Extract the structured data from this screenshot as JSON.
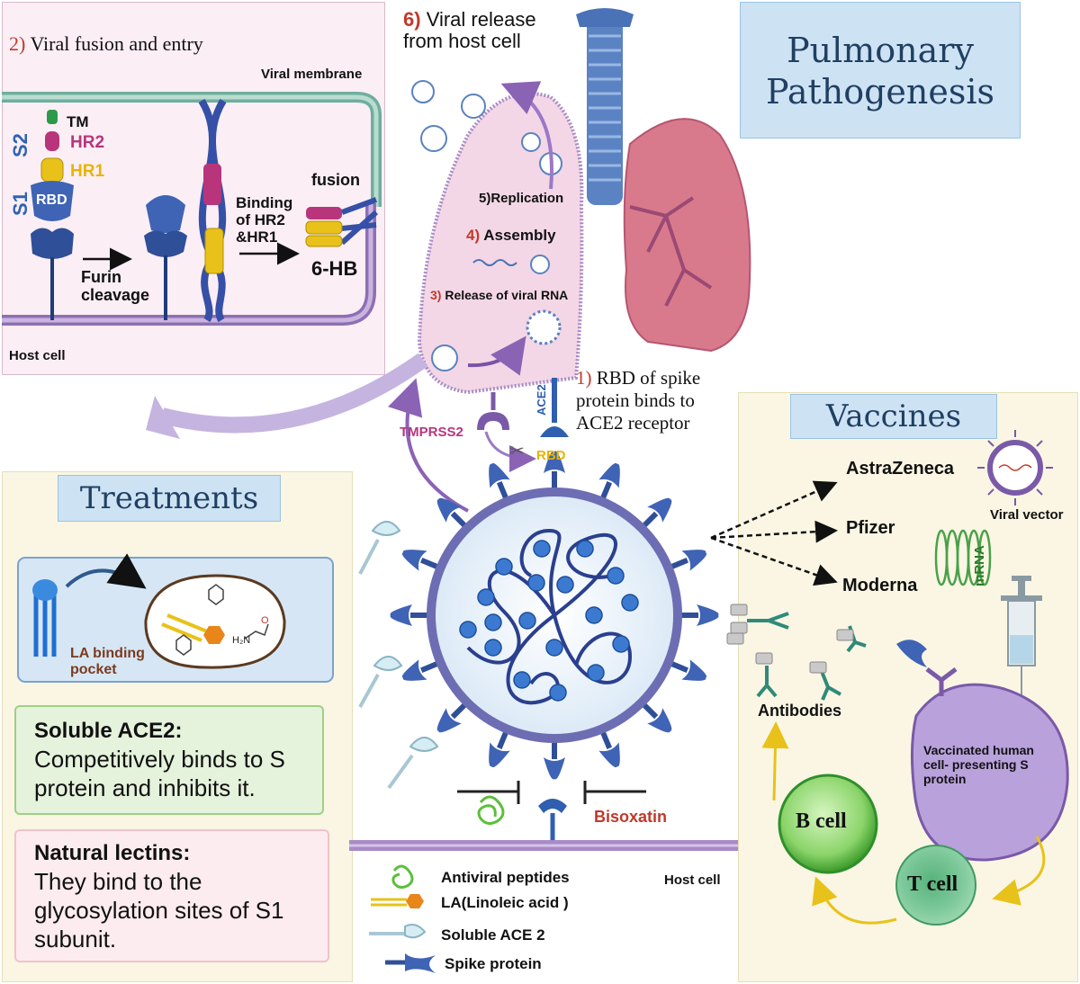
{
  "fusion_panel": {
    "title_num": "2)",
    "title": "Viral fusion and entry",
    "viral_membrane": "Viral membrane",
    "host_cell": "Host cell",
    "s2": "S2",
    "s1": "S1",
    "tm": "TM",
    "hr2": "HR2",
    "hr1": "HR1",
    "rbd": "RBD",
    "furin_line1": "Furin",
    "furin_line2": "cleavage",
    "binding_line1": "Binding",
    "binding_line2": "of HR2",
    "binding_line3": "&HR1",
    "fusion": "fusion",
    "six_hb": "6-HB"
  },
  "release": {
    "num": "6)",
    "line1": "Viral release",
    "line2": "from host cell"
  },
  "pulmonary_title": {
    "line1": "Pulmonary",
    "line2": "Pathogenesis"
  },
  "lung_steps": {
    "replication": "5)Replication",
    "assembly_num": "4)",
    "assembly": "Assembly",
    "release_rna_num": "3)",
    "release_rna": "Release of viral RNA"
  },
  "step1": {
    "num": "1)",
    "line1": "RBD of spike",
    "line2": "protein  binds to",
    "line3": "ACE2  receptor"
  },
  "receptors": {
    "ace2": "ACE2",
    "tmprss2": "TMPRSS2",
    "rbd": "RBD"
  },
  "treatments": {
    "title": "Treatments",
    "pocket_line1": "LA binding",
    "pocket_line2": "pocket",
    "nh2": "H₂N",
    "o": "O",
    "soluble_head": "Soluble ACE2:",
    "soluble_body": "Competitively binds to S protein and inhibits it.",
    "lectins_head": "Natural lectins:",
    "lectins_body": "They bind to the glycosylation sites of S1 subunit."
  },
  "vaccines": {
    "title": "Vaccines",
    "astrazeneca": "AstraZeneca",
    "pfizer": "Pfizer",
    "moderna": "Moderna",
    "viral_vector": "Viral vector",
    "mrna": "mRNA",
    "antibodies": "Antibodies",
    "vaccinated_line1": "Vaccinated human",
    "vaccinated_line2": "cell- presenting S",
    "vaccinated_line3": "protein",
    "b_cell": "B cell",
    "t_cell": "T cell"
  },
  "center": {
    "bisoxatin": "Bisoxatin",
    "host_cell": "Host cell"
  },
  "legend": {
    "antiviral": "Antiviral peptides",
    "la": "LA(Linoleic acid )",
    "soluble": "Soluble ACE 2",
    "spike": "Spike protein"
  },
  "colors": {
    "spike_blue": "#3d5fa8",
    "lung_pink": "#f3d7e6",
    "membrane_purple": "#a88bc6",
    "title_blue": "#cde3f3",
    "number_red": "#c0392b"
  }
}
